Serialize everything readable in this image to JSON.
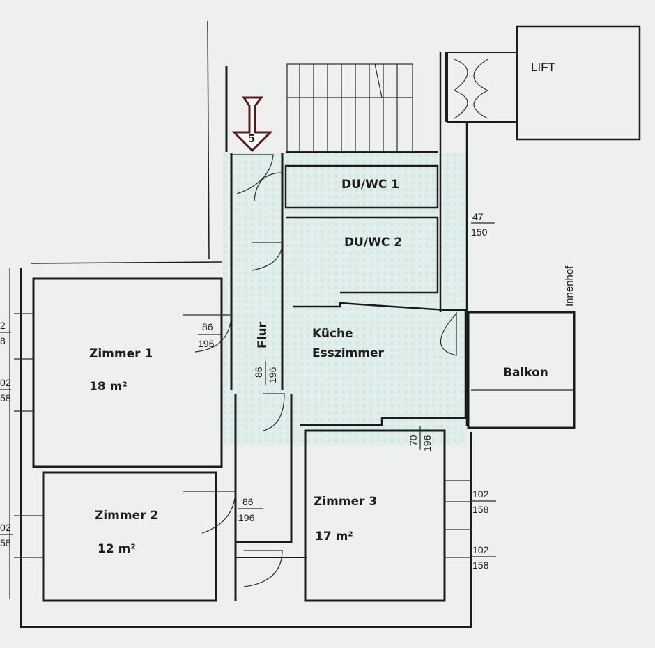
{
  "rooms": {
    "du_wc_1": "DU/WC 1",
    "du_wc_2": "DU/WC 2",
    "kueche": "Küche",
    "esszimmer": "Esszimmer",
    "flur": "Flur",
    "zimmer1": "Zimmer 1",
    "zimmer1_area": "18 m²",
    "zimmer2": "Zimmer 2",
    "zimmer2_area": "12 m²",
    "zimmer3": "Zimmer 3",
    "zimmer3_area": "17 m²",
    "balkon": "Balkon",
    "lift": "LIFT",
    "innenhof": "Innenhof"
  },
  "entrance_marker": "5",
  "dimensions": {
    "bath_window": {
      "top": "47",
      "bottom": "150"
    },
    "flur_door_left": {
      "top": "86",
      "bottom": "196"
    },
    "flur_door_right": {
      "top": "86",
      "bottom": "196"
    },
    "kitchen_door": {
      "top": "70",
      "bottom": "196"
    },
    "zimmer2_door": {
      "top": "86",
      "bottom": "196"
    },
    "z3_window_1": {
      "top": "102",
      "bottom": "158"
    },
    "z3_window_2": {
      "top": "102",
      "bottom": "158"
    },
    "z1_window_1": {
      "top": "2",
      "bottom": "8"
    },
    "z1_window_2": {
      "top": "02",
      "bottom": "58"
    },
    "z2_window": {
      "top": "02",
      "bottom": "58"
    }
  },
  "colors": {
    "floor_tint": "#bfe3e0",
    "wall": "#1b1b1b",
    "arrow": "#5a1a16"
  }
}
